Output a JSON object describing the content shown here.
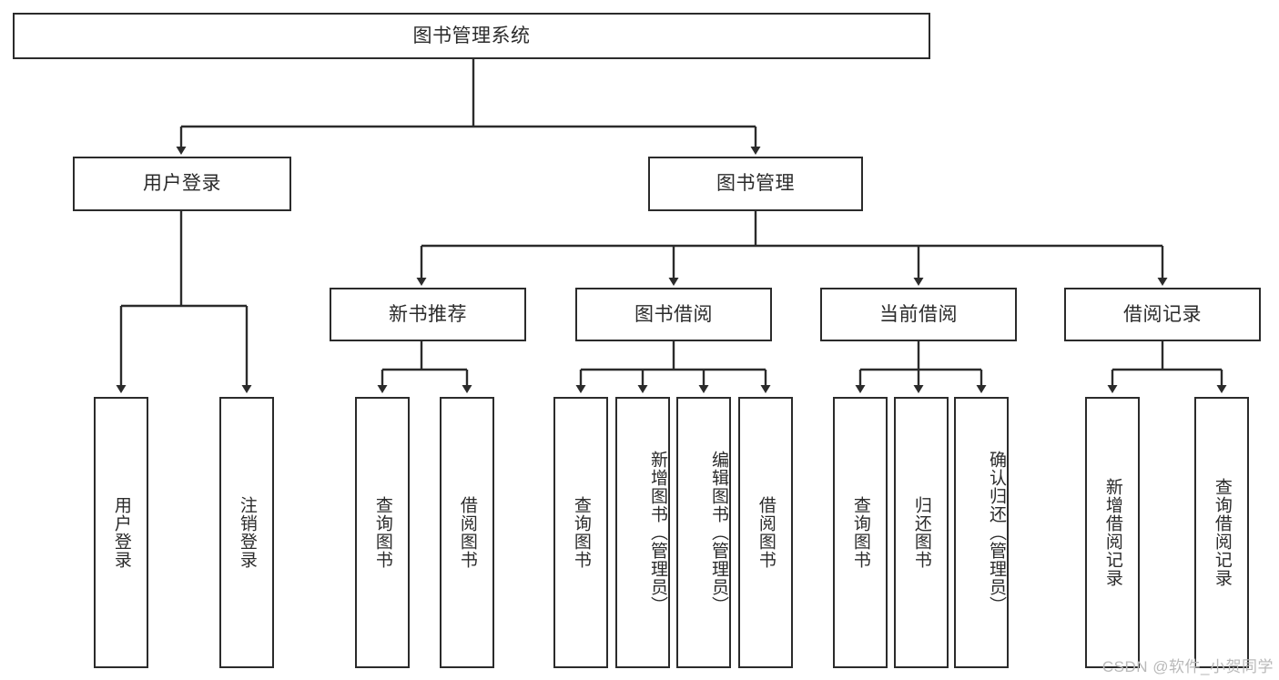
{
  "diagram": {
    "title": "图书管理系统",
    "type": "tree",
    "root": {
      "label": "图书管理系统"
    },
    "level2": [
      {
        "label": "用户登录"
      },
      {
        "label": "图书管理"
      }
    ],
    "level3": [
      {
        "label": "新书推荐"
      },
      {
        "label": "图书借阅"
      },
      {
        "label": "当前借阅"
      },
      {
        "label": "借阅记录"
      }
    ],
    "leaves": {
      "user_login": [
        {
          "label": "用户登录"
        },
        {
          "label": "注销登录"
        }
      ],
      "new_book_recommend": [
        {
          "label": "查询图书"
        },
        {
          "label": "借阅图书"
        }
      ],
      "book_borrow": [
        {
          "label": "查询图书"
        },
        {
          "label": "新增图书（管理员）"
        },
        {
          "label": "编辑图书（管理员）"
        },
        {
          "label": "借阅图书"
        }
      ],
      "current_borrow": [
        {
          "label": "查询图书"
        },
        {
          "label": "归还图书"
        },
        {
          "label": "确认归还（管理员）"
        }
      ],
      "borrow_record": [
        {
          "label": "新增借阅记录"
        },
        {
          "label": "查询借阅记录"
        }
      ]
    }
  },
  "watermark": {
    "text": "CSDN @软件_小贺同学"
  },
  "colors": {
    "stroke": "#2b2b2b",
    "background": "#ffffff",
    "text": "#2b2b2b",
    "watermark": "#b9b9b9"
  }
}
